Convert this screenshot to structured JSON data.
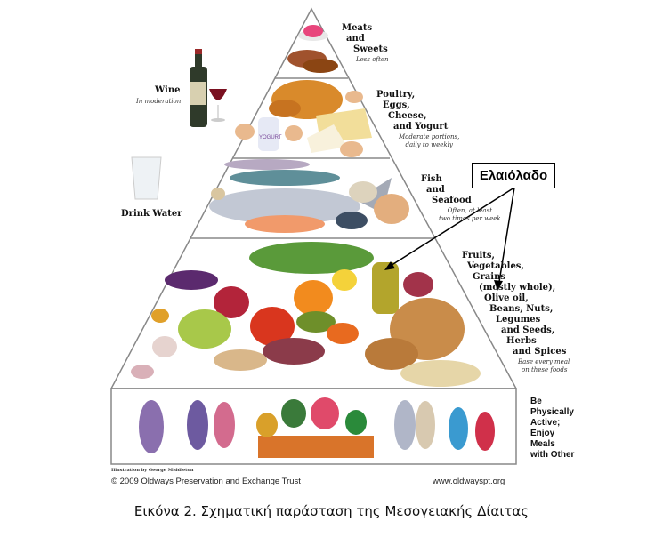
{
  "pyramid": {
    "tiers": [
      {
        "title_lines": [
          "Meats",
          "and",
          "Sweets"
        ],
        "note_lines": [
          "Less often"
        ]
      },
      {
        "title_lines": [
          "Poultry,",
          "Eggs,",
          "Cheese,",
          "and Yogurt"
        ],
        "note_lines": [
          "Moderate portions,",
          "daily to weekly"
        ]
      },
      {
        "title_lines": [
          "Fish",
          "and",
          "Seafood"
        ],
        "note_lines": [
          "Often, at least",
          "two times per week"
        ]
      },
      {
        "title_lines": [
          "Fruits,",
          "Vegetables,",
          "Grains",
          "(mostly whole),",
          "Olive oil,",
          "Beans, Nuts,",
          "Legumes",
          "and Seeds,",
          "Herbs",
          "and Spices"
        ],
        "note_lines": [
          "Base every meal",
          "on these foods"
        ]
      }
    ],
    "base_lines": [
      "Be",
      "Physically",
      "Active;",
      "Enjoy",
      "Meals",
      "with Other"
    ],
    "wine": {
      "title": "Wine",
      "note": "In moderation"
    },
    "water": {
      "title": "Drink Water"
    },
    "yogurt_label": "YOGURT",
    "illustration_credit": "Illustration by George Middleton",
    "copyright": "© 2009 Oldways Preservation and Exchange Trust",
    "website": "www.oldwayspt.org"
  },
  "callout": {
    "label": "Ελαιόλαδο"
  },
  "caption": "Εικόνα 2. Σχηματική παράσταση της Μεσογειακής Δίαιτας"
}
